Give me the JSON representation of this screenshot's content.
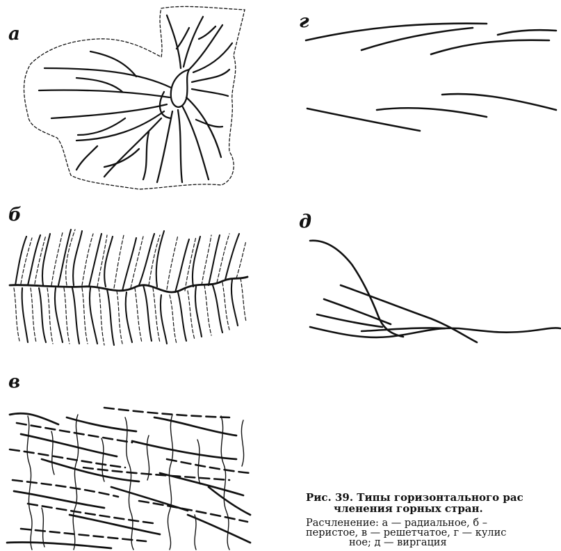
{
  "figure": {
    "panels": [
      {
        "letter": "а",
        "type": "radial"
      },
      {
        "letter": "г",
        "type": "coulisse"
      },
      {
        "letter": "б",
        "type": "pinnate"
      },
      {
        "letter": "д",
        "type": "virgation"
      },
      {
        "letter": "в",
        "type": "lattice"
      }
    ],
    "caption": {
      "title_line1": "Рис.  39.  Типы  горизонтального  рас",
      "title_line2": "членения горных стран.",
      "body_line1": "Расчленение:  а — радиальное,    б –",
      "body_line2": "перистое, в — решетчатое, г — кулис",
      "body_line3": "ное; д — виргация"
    },
    "colors": {
      "ink": "#111111",
      "paper": "#ffffff"
    }
  }
}
